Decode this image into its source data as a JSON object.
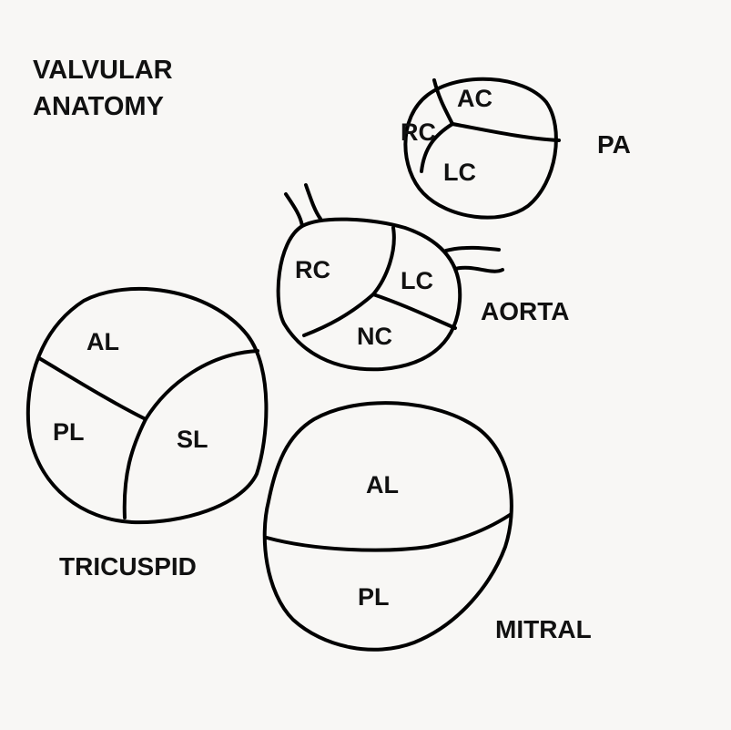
{
  "title": {
    "line1": "VALVULAR",
    "line2": "ANATOMY"
  },
  "valves": {
    "pulmonary": {
      "name": "PA",
      "cusps": [
        "AC",
        "RC",
        "LC"
      ]
    },
    "aortic": {
      "name": "AORTA",
      "cusps": [
        "RC",
        "LC",
        "NC"
      ]
    },
    "tricuspid": {
      "name": "TRICUSPID",
      "leaflets": [
        "AL",
        "PL",
        "SL"
      ]
    },
    "mitral": {
      "name": "MITRAL",
      "leaflets": [
        "AL",
        "PL"
      ]
    }
  }
}
